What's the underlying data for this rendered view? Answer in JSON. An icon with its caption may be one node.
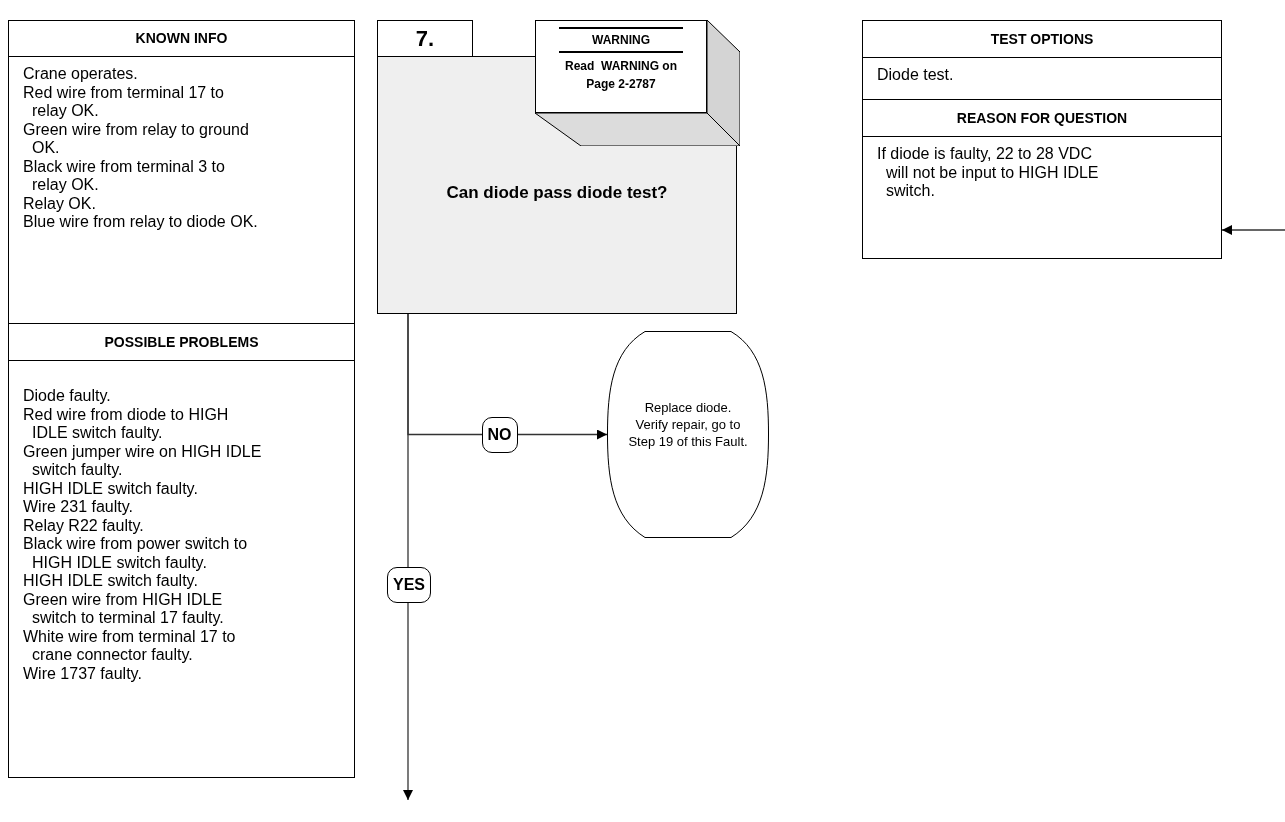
{
  "diagram": {
    "nodes": [
      {
        "text": [
          "KNOWN INFO",
          "Crane operates.",
          "Red wire from terminal 17 to relay OK.",
          "Green wire from relay to ground OK.",
          "Black wire from terminal 3 to relay OK.",
          "Relay OK.",
          "Blue wire from relay to diode OK."
        ]
      },
      {
        "text": [
          "POSSIBLE PROBLEMS",
          "Diode faulty.",
          "Red wire from diode to HIGH IDLE switch faulty.",
          "Green jumper wire on HIGH IDLE switch faulty.",
          "HIGH IDLE switch faulty.",
          "Wire 231 faulty.",
          "Relay R22 faulty.",
          "Black wire from power switch to HIGH IDLE switch faulty.",
          "HIGH IDLE switch faulty.",
          "Green wire from HIGH IDLE switch to terminal 17 faulty.",
          "White wire from terminal 17 to crane connector faulty.",
          "Wire 1737 faulty."
        ]
      },
      {
        "text": [
          "7.",
          "Can diode pass diode test?"
        ]
      },
      {
        "text": [
          "WARNING",
          "Read  WARNING on Page 2-2787"
        ]
      },
      {
        "text": [
          "Replace diode.",
          "Verify repair, go to Step 19 of this Fault."
        ]
      },
      {
        "text": [
          "TEST OPTIONS",
          "Diode test."
        ]
      },
      {
        "text": [
          "REASON FOR QUESTION",
          "If diode is faulty, 22 to 28 VDC will not be input to HIGH IDLE switch."
        ]
      }
    ],
    "edges": [
      {
        "from": 2,
        "to": 4,
        "arrow": "to",
        "label": "NO"
      },
      {
        "from": 2,
        "to": null,
        "arrow": "to",
        "label": "YES"
      },
      {
        "from": null,
        "to": 6,
        "arrow": "to"
      }
    ]
  }
}
